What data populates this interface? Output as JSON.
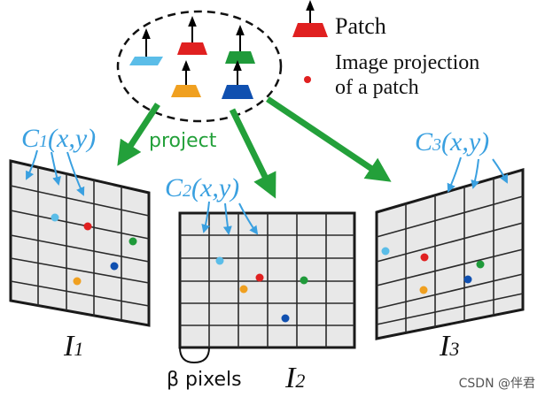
{
  "legend": {
    "patch_label": "Patch",
    "projection_line1": "Image projection",
    "projection_line2": "of a patch"
  },
  "project_label": "project",
  "images": [
    {
      "name": "I",
      "subscript": "1",
      "coord_letter": "C",
      "coord_sub": "1",
      "coord_args": "(x,y)"
    },
    {
      "name": "I",
      "subscript": "2",
      "coord_letter": "C",
      "coord_sub": "2",
      "coord_args": "(x,y)"
    },
    {
      "name": "I",
      "subscript": "3",
      "coord_letter": "C",
      "coord_sub": "3",
      "coord_args": "(x,y)"
    }
  ],
  "pixel_label": "β pixels",
  "watermark": "CSDN @伴君",
  "colors": {
    "light_blue": "#5bbde8",
    "red": "#e02020",
    "green": "#1f9a3a",
    "orange": "#f0a020",
    "dark_blue": "#1050b0",
    "arrow_green": "#23a03a",
    "label_blue": "#3aa0e0"
  }
}
